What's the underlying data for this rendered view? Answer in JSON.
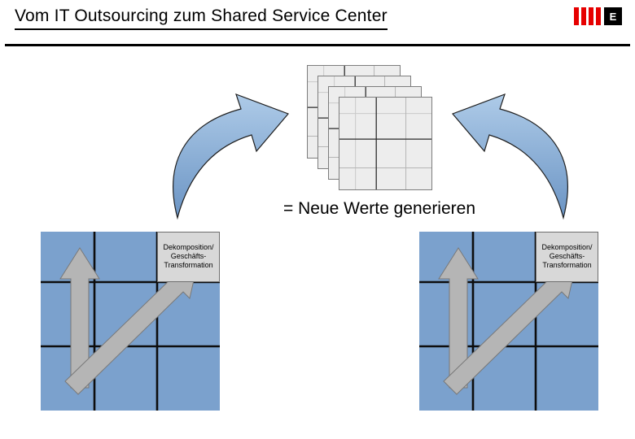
{
  "header": {
    "title": "Vom IT Outsourcing zum Shared Service Center",
    "logo": {
      "letter": "E"
    }
  },
  "diagram": {
    "equation": "= Neue Werte generieren",
    "matrices": [
      {
        "side": "left",
        "label": "Dekomposition/\nGeschäfts-\nTransformation"
      },
      {
        "side": "right",
        "label": "Dekomposition/\nGeschäfts-\nTransformation"
      }
    ]
  },
  "colors": {
    "matrix_blue": "#7ba1cd",
    "curved_arrow_blue_light": "#aecbe8",
    "curved_arrow_blue_dark": "#6b94c4",
    "block_arrow_gray": "#b5b5b5",
    "stack_fill": "#ededed",
    "logo_red": "#e60000"
  }
}
